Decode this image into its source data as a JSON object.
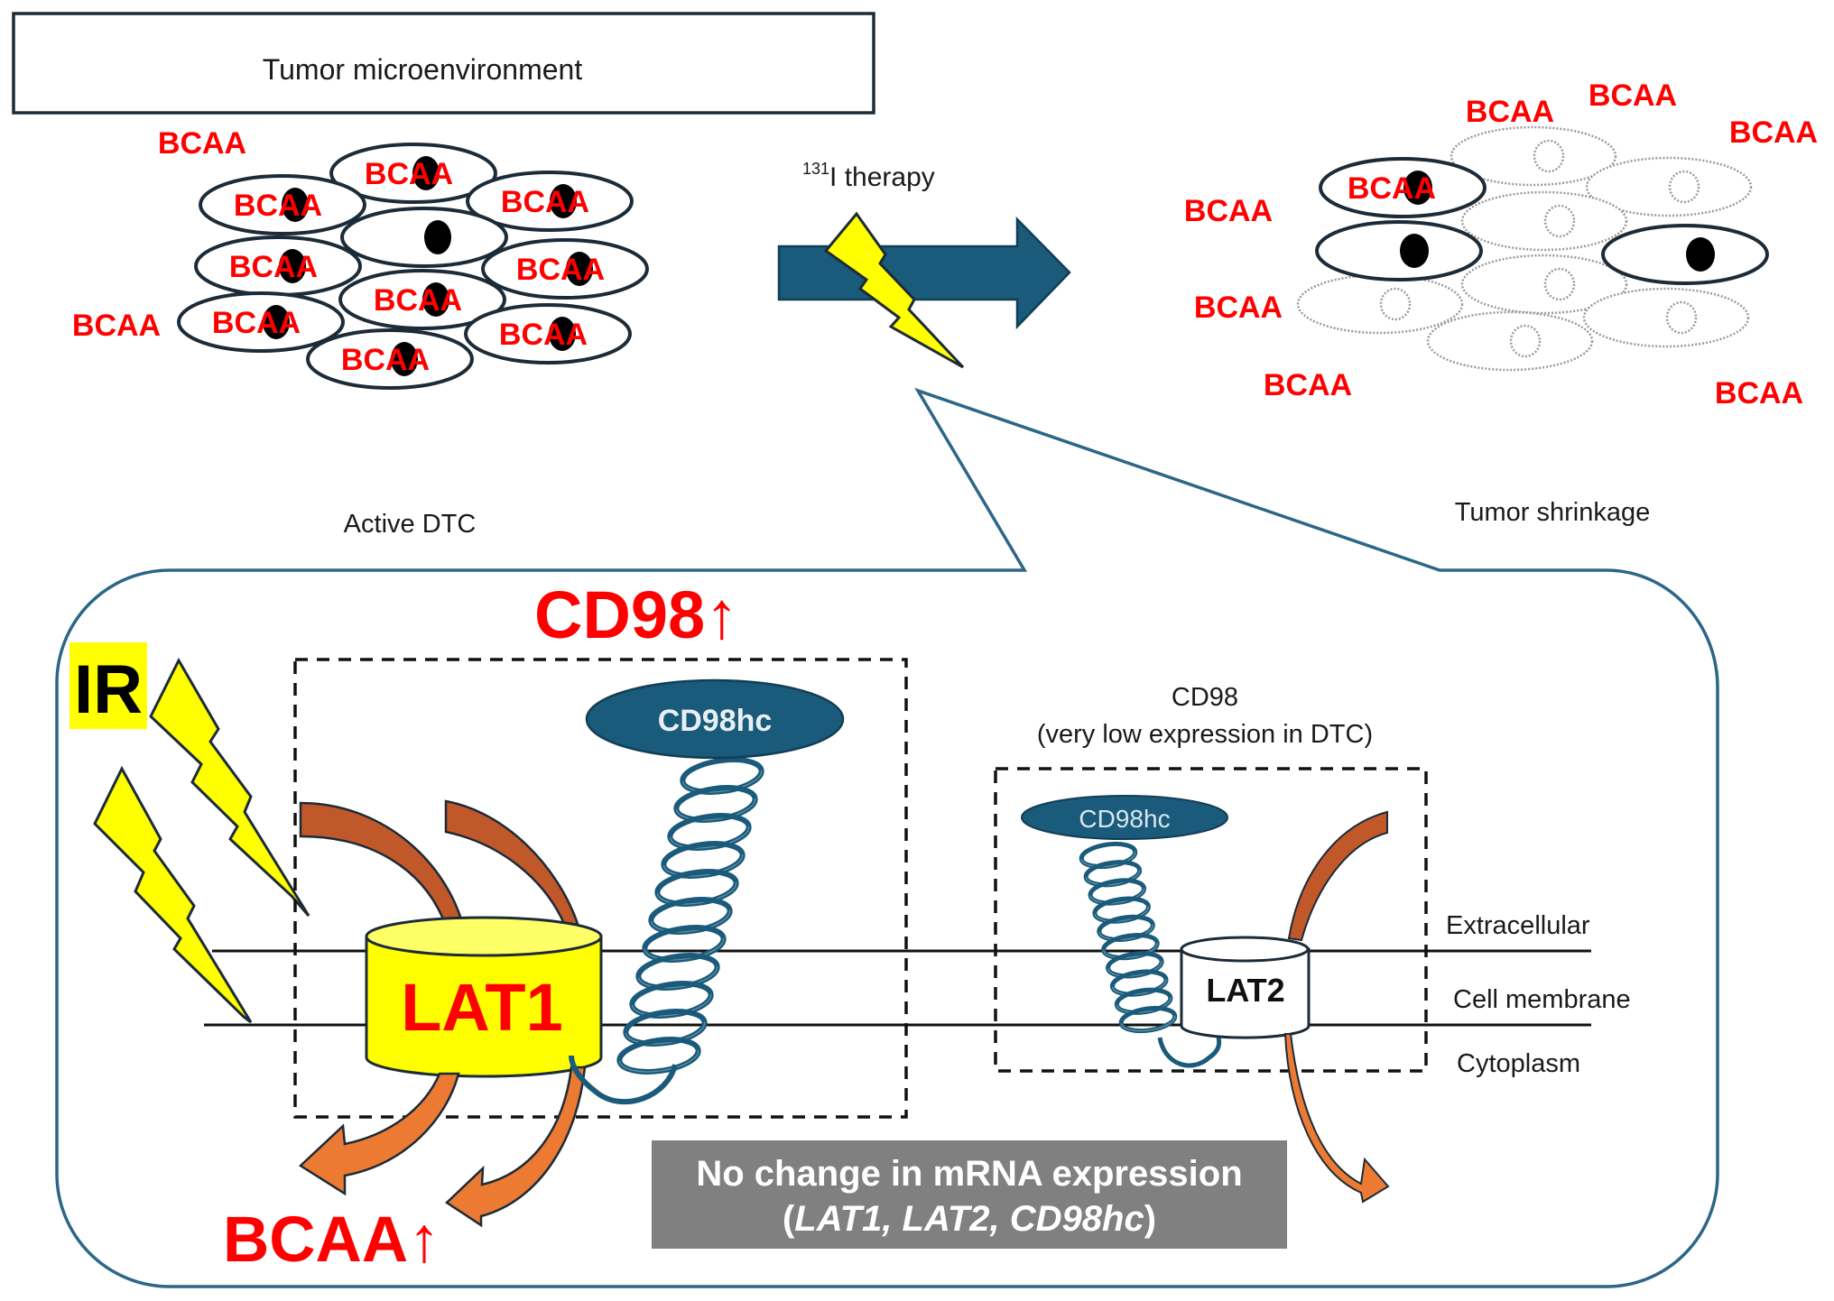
{
  "figure": {
    "top_box_title": "Tumor microenvironment",
    "therapy_label": {
      "superscript": "131",
      "text": "I therapy"
    },
    "left_caption": "Active DTC",
    "right_caption": "Tumor shrinkage",
    "bcaa_label": "BCAA",
    "left_cluster": {
      "free_bcaa_count": 2,
      "cells_with_bcaa": 9,
      "cells_without_bcaa": 1
    },
    "right_cluster": {
      "free_bcaa_count": 7,
      "active_cells": 3,
      "dead_cells": 7
    }
  },
  "detail_panel": {
    "ir_label": "IR",
    "cd98_up": "CD98↑",
    "bcaa_up": "BCAA↑",
    "lat1_label": "LAT1",
    "cd98hc_label": "CD98hc",
    "cd98_low_title": "CD98",
    "cd98_low_subtitle": "(very low expression in DTC)",
    "lat2_label": "LAT2",
    "layers": {
      "extracellular": "Extracellular",
      "membrane": "Cell membrane",
      "cytoplasm": "Cytoplasm"
    },
    "note": {
      "line1": "No change in mRNA expression",
      "line2_open": "(",
      "genes": "LAT1, LAT2, CD98hc",
      "line2_close": ")"
    }
  },
  "colors": {
    "bcaa_red": "#ff0000",
    "navy": "#1a5a7a",
    "callout_stroke": "#2c6688",
    "bolt_yellow": "#ffff00",
    "orange_dark": "#c0582a",
    "orange_light": "#ec7a33",
    "note_gray": "#808080"
  }
}
